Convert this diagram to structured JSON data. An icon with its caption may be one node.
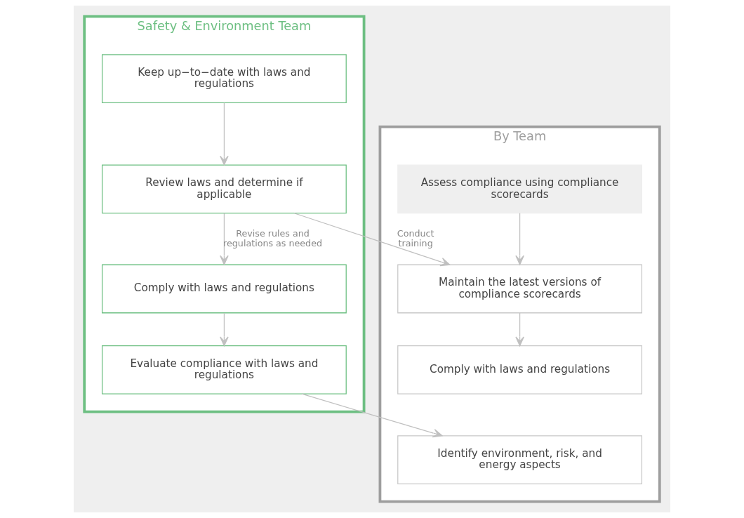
{
  "diagram": {
    "nodes": [
      {
        "text": [
          "Safety & Environment Team"
        ]
      },
      {
        "text": [
          "Keep up−to−date with laws and regulations"
        ],
        "in": 0
      },
      {
        "text": [
          "Review laws and determine if applicable"
        ],
        "in": 0
      },
      {
        "text": [
          "Comply with laws and regulations"
        ],
        "in": 0
      },
      {
        "text": [
          "Evaluate compliance with laws and regulations"
        ],
        "in": 0
      },
      {
        "text": [
          "By Team"
        ]
      },
      {
        "text": [
          "Assess compliance using compliance scorecards"
        ],
        "in": 5
      },
      {
        "text": [
          "Maintain the latest versions of compliance scorecards"
        ],
        "in": 5
      },
      {
        "text": [
          "Comply with laws and regulations"
        ],
        "in": 5
      },
      {
        "text": [
          "Identify environment, risk, and energy aspects"
        ],
        "in": 5
      }
    ],
    "edges": [
      {
        "from": 1,
        "to": 2,
        "arrow": "to"
      },
      {
        "from": 2,
        "to": 3,
        "arrow": "to",
        "label": "Revise rules and regulations as needed"
      },
      {
        "from": 3,
        "to": 4,
        "arrow": "to"
      },
      {
        "from": 2,
        "to": 7,
        "arrow": "to",
        "label": "Conduct training"
      },
      {
        "from": 6,
        "to": 7,
        "arrow": "to"
      },
      {
        "from": 7,
        "to": 8,
        "arrow": "to"
      },
      {
        "from": 4,
        "to": 9,
        "arrow": "to"
      }
    ]
  }
}
